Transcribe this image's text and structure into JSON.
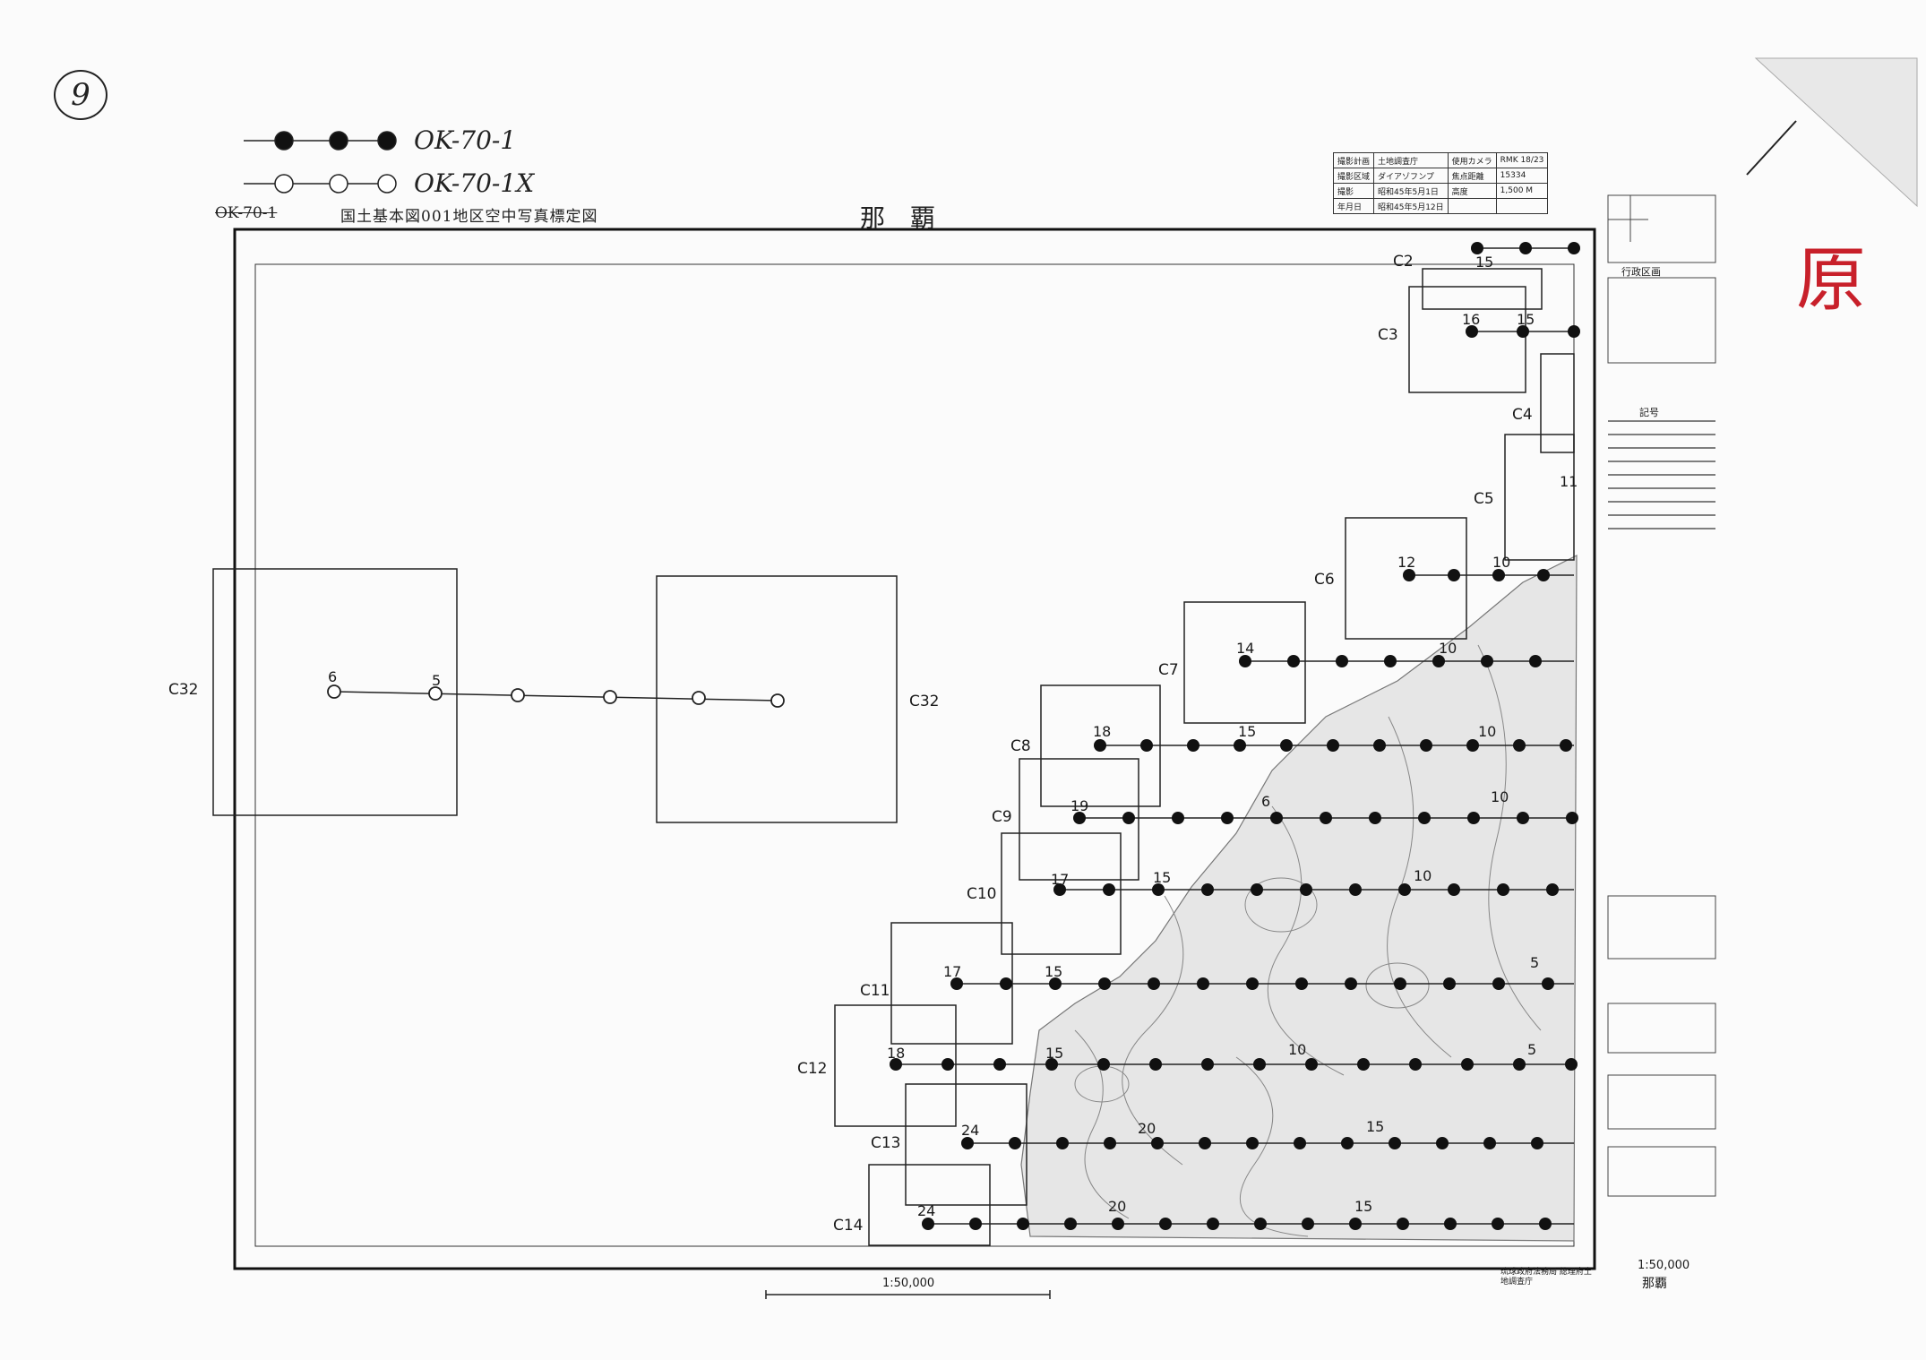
{
  "sheet_number": "9",
  "legend": {
    "solid_line_label": "OK-70-1",
    "hollow_line_label": "OK-70-1X"
  },
  "header": {
    "struck_code": "OK-70-1",
    "title": "国土基本図001地区空中写真標定図",
    "place_name": "那　覇"
  },
  "stamp": "原",
  "info_table": [
    [
      "撮影計画",
      "土地調査庁",
      "使用カメラ",
      "RMK 18/23"
    ],
    [
      "撮影区域",
      "ダイアゾフンプ",
      "焦点距離",
      "15334"
    ],
    [
      "撮影",
      "昭和45年5月1日",
      "高度",
      "1,500 M"
    ],
    [
      "年月日",
      "昭和45年5月12日",
      "",
      ""
    ]
  ],
  "side_panel": {
    "index_title": "行政区画",
    "legend_title": "記号"
  },
  "footer": {
    "scale_center": "1:50,000",
    "scale_right": "1:50,000",
    "place_name_right": "那覇",
    "agency": "琉球政府法務局 総理府土地調査庁"
  },
  "map_labels": {
    "c32_left": "C32",
    "c32_right": "C32",
    "course": [
      "C2",
      "C3",
      "C4",
      "C5",
      "C6",
      "C7",
      "C8",
      "C9",
      "C10",
      "C11",
      "C12",
      "C13",
      "C14"
    ],
    "numbers": [
      "15",
      "16",
      "15",
      "11",
      "12",
      "10",
      "14",
      "10",
      "18",
      "15",
      "10",
      "19",
      "6",
      "10",
      "17",
      "15",
      "10",
      "17",
      "15",
      "5",
      "18",
      "15",
      "10",
      "5",
      "24",
      "20",
      "15",
      "24",
      "20",
      "15",
      "6",
      "5"
    ]
  },
  "colors": {
    "ink": "#1a1a1a",
    "stamp_red": "#c8202a",
    "paper": "#fbfbfb"
  }
}
